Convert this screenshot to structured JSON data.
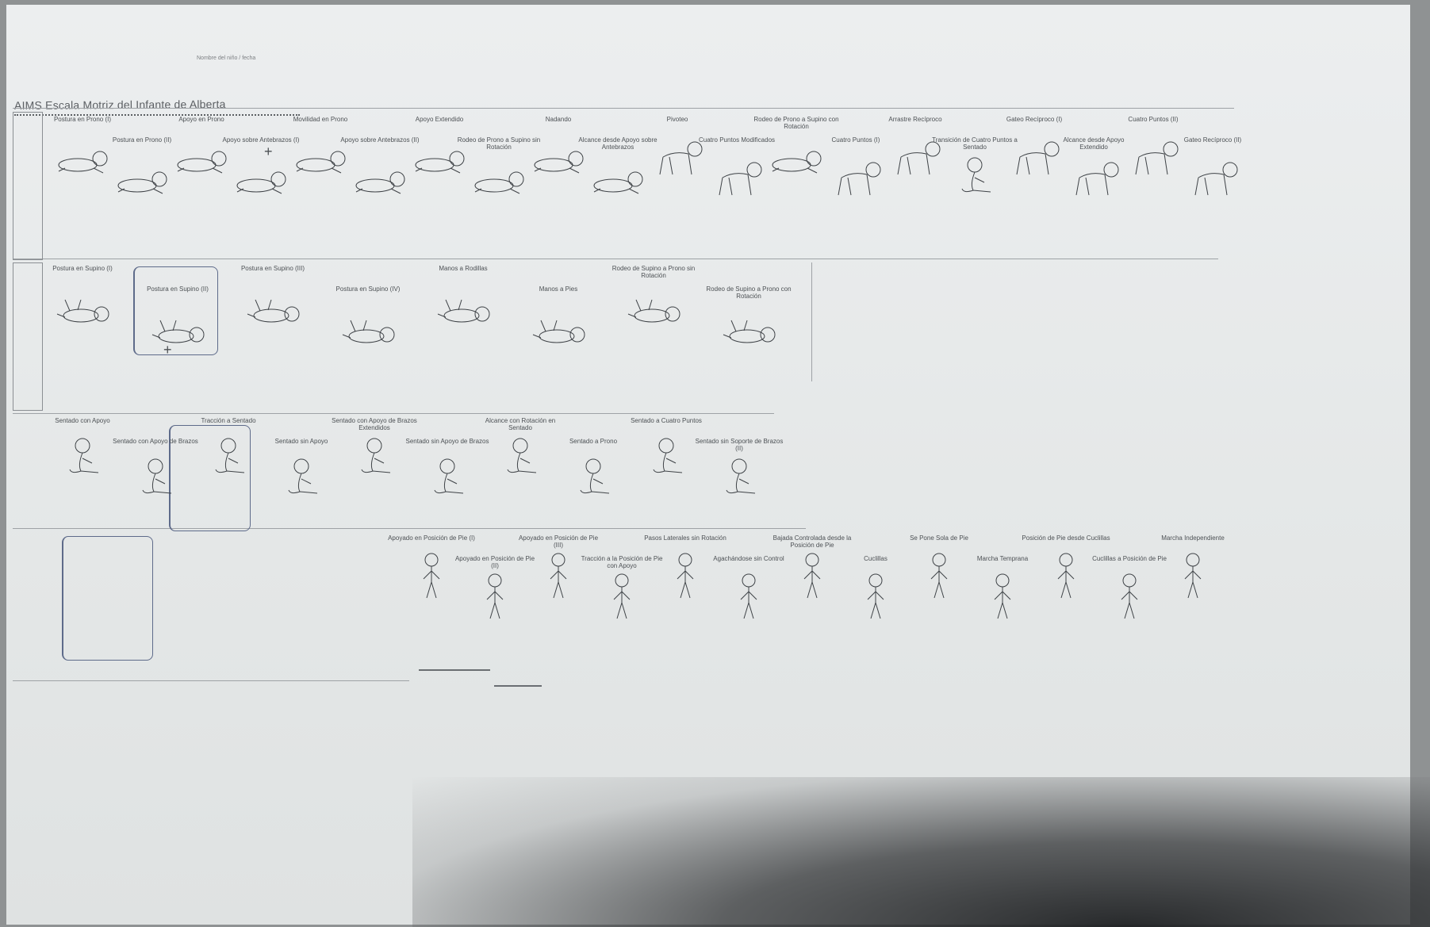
{
  "chart_title": "AIMS Escala Motriz del Infante de Alberta",
  "header_note": "Nombre del niño / fecha",
  "rows": [
    {
      "name": "prone",
      "items": [
        {
          "label": "Postura en Prono (I)",
          "pose": "prone"
        },
        {
          "label": "Postura en Prono (II)",
          "pose": "prone"
        },
        {
          "label": "Apoyo en Prono",
          "pose": "prone"
        },
        {
          "label": "Apoyo sobre Antebrazos (I)",
          "pose": "prone"
        },
        {
          "label": "Movilidad en Prono",
          "pose": "prone"
        },
        {
          "label": "Apoyo sobre Antebrazos (II)",
          "pose": "prone"
        },
        {
          "label": "Apoyo Extendido",
          "pose": "prone"
        },
        {
          "label": "Rodeo de Prono a Supino sin Rotación",
          "pose": "prone"
        },
        {
          "label": "Nadando",
          "pose": "prone"
        },
        {
          "label": "Alcance desde Apoyo sobre Antebrazos",
          "pose": "prone"
        },
        {
          "label": "Pivoteo",
          "pose": "crawl"
        },
        {
          "label": "Cuatro Puntos Modificados",
          "pose": "crawl"
        },
        {
          "label": "Rodeo de Prono a Supino con Rotación",
          "pose": "prone"
        },
        {
          "label": "Cuatro Puntos (I)",
          "pose": "crawl"
        },
        {
          "label": "Arrastre Recíproco",
          "pose": "crawl"
        },
        {
          "label": "Transición de Cuatro Puntos a Sentado",
          "pose": "sit"
        },
        {
          "label": "Gateo Recíproco (I)",
          "pose": "crawl"
        },
        {
          "label": "Alcance desde Apoyo Extendido",
          "pose": "crawl"
        },
        {
          "label": "Cuatro Puntos (II)",
          "pose": "crawl"
        },
        {
          "label": "Gateo Recíproco (II)",
          "pose": "crawl"
        }
      ]
    },
    {
      "name": "supine",
      "items": [
        {
          "label": "Postura en Supino (I)",
          "pose": "supine"
        },
        {
          "label": "Postura en Supino (II)",
          "pose": "supine"
        },
        {
          "label": "Postura en Supino (III)",
          "pose": "supine"
        },
        {
          "label": "Postura en Supino (IV)",
          "pose": "supine"
        },
        {
          "label": "Manos a Rodillas",
          "pose": "supine"
        },
        {
          "label": "Manos a Pies",
          "pose": "supine"
        },
        {
          "label": "Rodeo de Supino a Prono sin Rotación",
          "pose": "supine"
        },
        {
          "label": "Rodeo de Supino a Prono con Rotación",
          "pose": "supine"
        }
      ]
    },
    {
      "name": "sit",
      "items": [
        {
          "label": "Sentado con Apoyo",
          "pose": "sit"
        },
        {
          "label": "Sentado con Apoyo de Brazos",
          "pose": "sit"
        },
        {
          "label": "Tracción a Sentado",
          "pose": "sit"
        },
        {
          "label": "Sentado sin Apoyo",
          "pose": "sit"
        },
        {
          "label": "Sentado con Apoyo de Brazos Extendidos",
          "pose": "sit"
        },
        {
          "label": "Sentado sin Apoyo de Brazos",
          "pose": "sit"
        },
        {
          "label": "Alcance con Rotación en Sentado",
          "pose": "sit"
        },
        {
          "label": "Sentado a Prono",
          "pose": "sit"
        },
        {
          "label": "Sentado a Cuatro Puntos",
          "pose": "sit"
        },
        {
          "label": "Sentado sin Soporte de Brazos (II)",
          "pose": "sit"
        }
      ]
    },
    {
      "name": "stand",
      "items": [
        {
          "label": "Apoyado en Posición de Pie (I)",
          "pose": "stand"
        },
        {
          "label": "Apoyado en Posición de Pie (II)",
          "pose": "stand"
        },
        {
          "label": "Apoyado en Posición de Pie (III)",
          "pose": "stand"
        },
        {
          "label": "Tracción a la Posición de Pie con Apoyo",
          "pose": "stand"
        },
        {
          "label": "Pasos Laterales sin Rotación",
          "pose": "stand"
        },
        {
          "label": "Agachándose sin Control",
          "pose": "stand"
        },
        {
          "label": "Bajada Controlada desde la Posición de Pie",
          "pose": "stand"
        },
        {
          "label": "Cuclillas",
          "pose": "stand"
        },
        {
          "label": "Se Pone Sola de Pie",
          "pose": "stand"
        },
        {
          "label": "Marcha Temprana",
          "pose": "stand"
        },
        {
          "label": "Posición de Pie desde Cuclillas",
          "pose": "stand"
        },
        {
          "label": "Cuclillas a Posición de Pie",
          "pose": "stand"
        },
        {
          "label": "Marcha Independiente",
          "pose": "stand"
        }
      ]
    }
  ]
}
